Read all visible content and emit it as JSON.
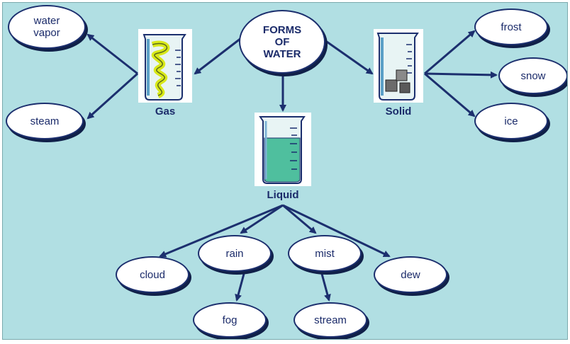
{
  "title": "FORMS\nOF\nWATER",
  "states": {
    "gas": "Gas",
    "solid": "Solid",
    "liquid": "Liquid"
  },
  "gas_forms": [
    "water\nvapor",
    "steam"
  ],
  "solid_forms": [
    "frost",
    "snow",
    "ice"
  ],
  "liquid_forms": {
    "cloud": "cloud",
    "rain": "rain",
    "mist": "mist",
    "dew": "dew",
    "fog": "fog",
    "stream": "stream"
  },
  "colors": {
    "background": "#b1dfe3",
    "line": "#1c2f6e",
    "node_fill": "#ffffff",
    "water": "#4fbf9e",
    "gas_swirl": "#d8e81a"
  }
}
